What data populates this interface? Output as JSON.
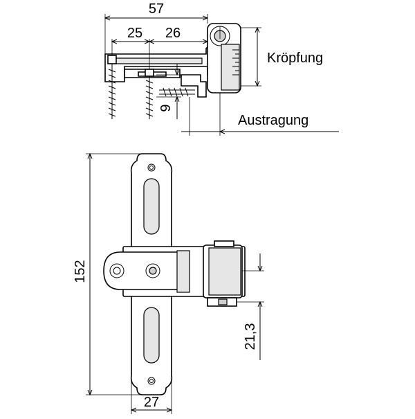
{
  "labels": {
    "width_total": "57",
    "width_left": "25",
    "width_right": "26",
    "offset_label": "Kröpfung",
    "projection_label": "Austragung",
    "depth_small": "9",
    "height_total": "152",
    "pin_offset": "21,3",
    "plate_width": "27"
  }
}
